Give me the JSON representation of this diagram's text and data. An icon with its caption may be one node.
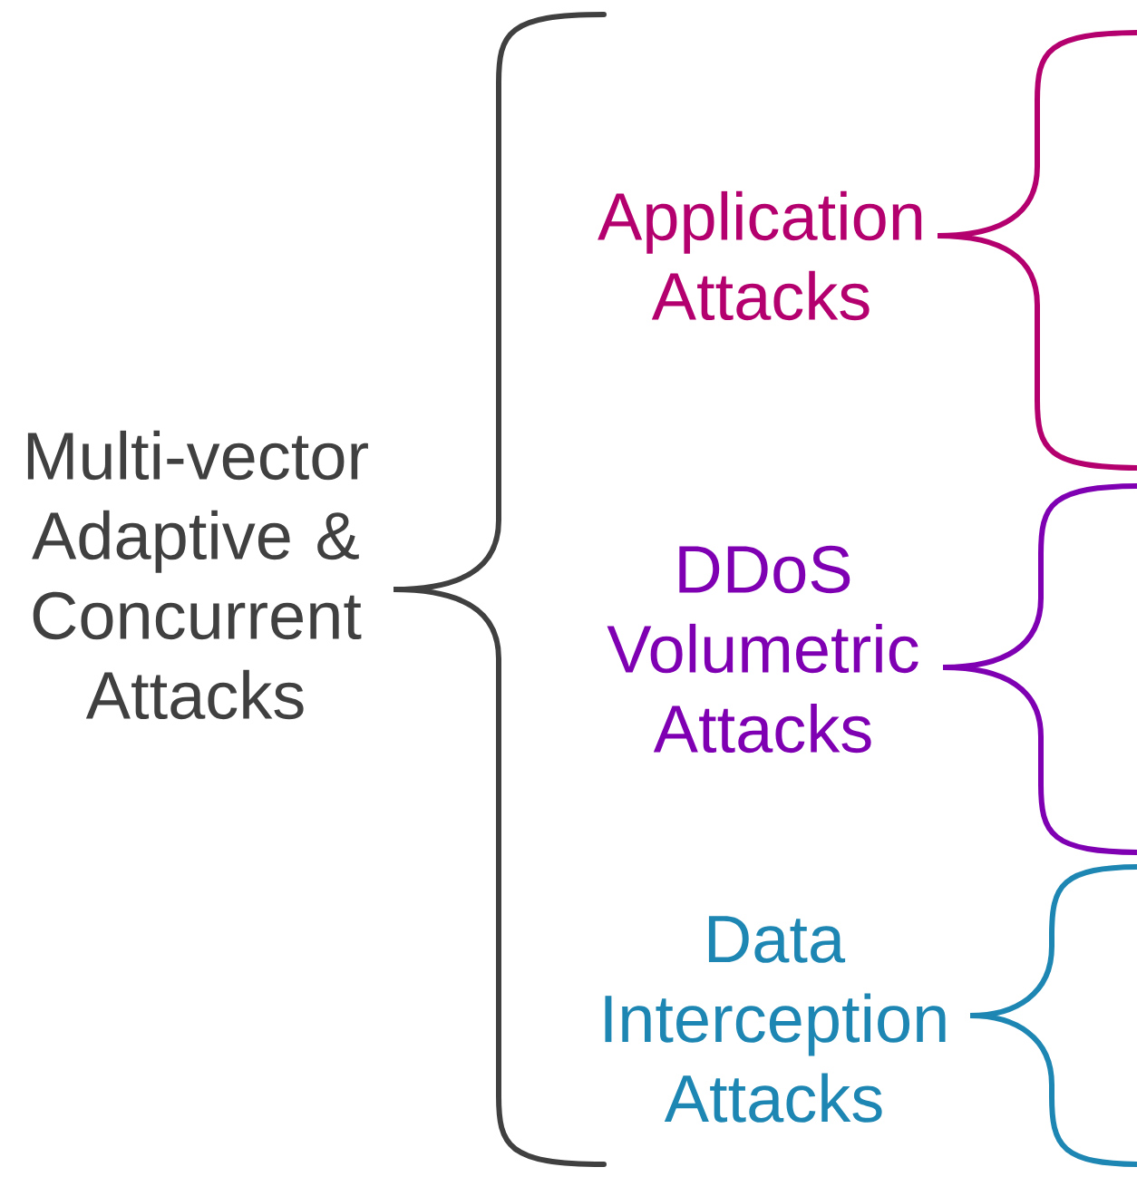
{
  "diagram": {
    "nodes": [
      {
        "text": [
          "Multi-vector Adaptive & Concurrent Attacks"
        ]
      },
      {
        "text": [
          "Application Attacks"
        ]
      },
      {
        "text": [
          "DDoS Volumetric Attacks"
        ]
      },
      {
        "text": [
          "Data Interception Attacks"
        ]
      }
    ]
  }
}
